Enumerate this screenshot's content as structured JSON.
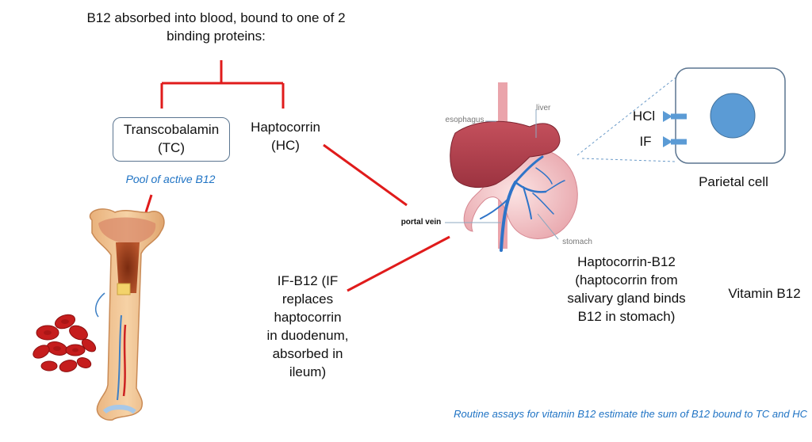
{
  "title": "B12 absorbed into blood, bound to one of 2 binding proteins:",
  "proteins": {
    "transcobalamin": "Transcobalamin\n(TC)",
    "haptocorrin": "Haptocorrin\n(HC)",
    "pool_label": "Pool of active B12"
  },
  "anatomy_labels": {
    "esophagus": "esophagus",
    "liver": "liver",
    "portal_vein": "portal vein",
    "stomach": "stomach"
  },
  "cell": {
    "hcl": "HCl",
    "if": "IF",
    "caption": "Parietal cell"
  },
  "notes": {
    "haptocorrin_b12": "Haptocorrin-B12\n(haptocorrin from\nsalivary gland binds\nB12 in stomach)",
    "vitamin_b12": "Vitamin B12",
    "if_b12": "IF-B12 (IF\nreplaces\nhaptocorrin\nin duodenum,\nabsorbed in\nileum)",
    "footer": "Routine assays for vitamin B12 estimate the sum of B12 bound to TC and HC"
  },
  "colors": {
    "connector": "#e01b1b",
    "accent_blue": "#1f73c4",
    "nucleus": "#5b9bd5",
    "arrow": "#5b9bd5",
    "box_border": "#5b7590"
  }
}
